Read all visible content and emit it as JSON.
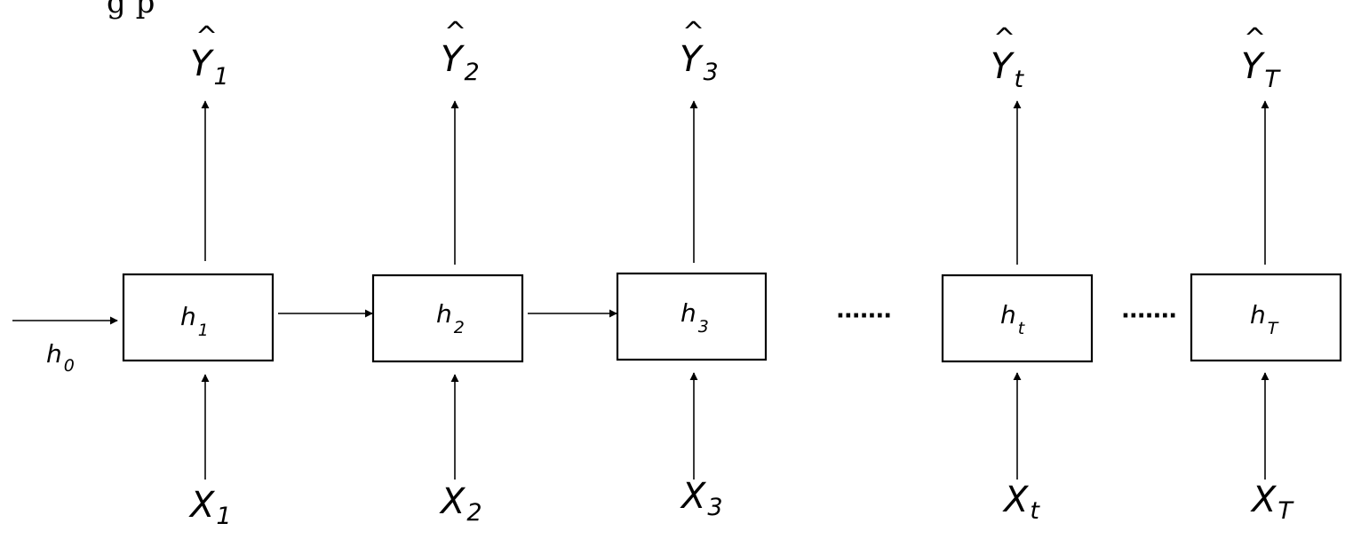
{
  "cut_text": "g p",
  "initial_state": {
    "symbol": "h",
    "subscript": "0"
  },
  "steps": [
    {
      "input_symbol": "X",
      "input_subscript": "1",
      "hidden_symbol": "h",
      "hidden_subscript": "1",
      "output_hat": "^",
      "output_symbol": "Y",
      "output_subscript": "1"
    },
    {
      "input_symbol": "X",
      "input_subscript": "2",
      "hidden_symbol": "h",
      "hidden_subscript": "2",
      "output_hat": "^",
      "output_symbol": "Y",
      "output_subscript": "2"
    },
    {
      "input_symbol": "X",
      "input_subscript": "3",
      "hidden_symbol": "h",
      "hidden_subscript": "3",
      "output_hat": "^",
      "output_symbol": "Y",
      "output_subscript": "3"
    },
    {
      "input_symbol": "X",
      "input_subscript": "t",
      "hidden_symbol": "h",
      "hidden_subscript": "t",
      "output_hat": "^",
      "output_symbol": "Y",
      "output_subscript": "t"
    },
    {
      "input_symbol": "X",
      "input_subscript": "T",
      "hidden_symbol": "h",
      "hidden_subscript": "T",
      "output_hat": "^",
      "output_symbol": "Y",
      "output_subscript": "T"
    }
  ],
  "ellipses": [
    "·······",
    "·······"
  ]
}
